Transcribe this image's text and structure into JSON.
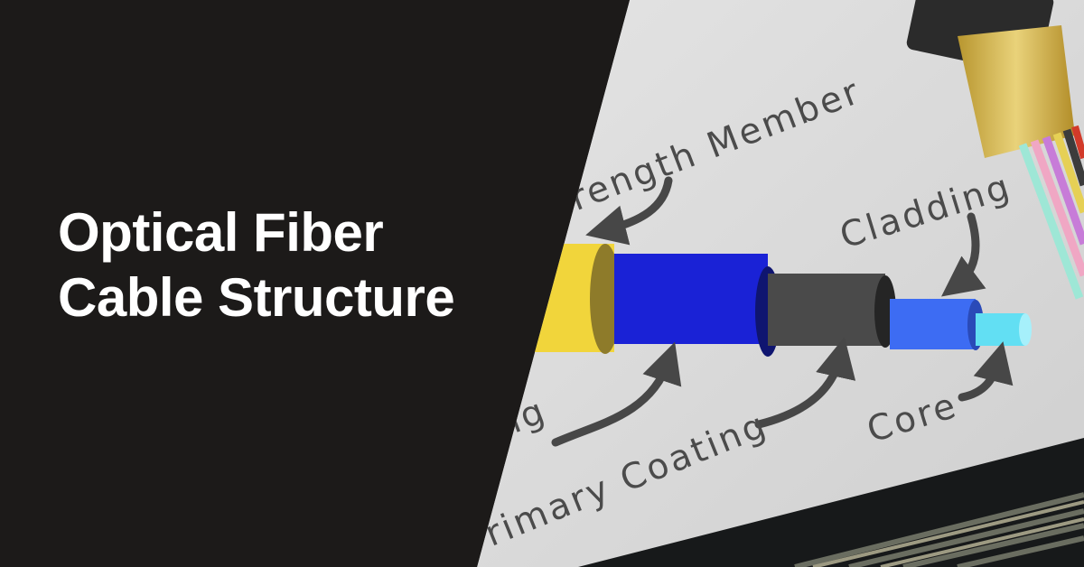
{
  "headline": {
    "line1": "Optical Fiber",
    "line2": "Cable Structure"
  },
  "labels": {
    "strength_member": "Strength Member",
    "cladding": "Cladding",
    "core": "Core",
    "primary_coating": "Primary Coating",
    "buffer_partial": "ng"
  },
  "colors": {
    "background": "#1c1a19",
    "paper": "#dcdcdc",
    "strength_member": "#f1d53b",
    "buffer": "#1a22d6",
    "coating": "#4a4a4a",
    "cladding": "#3d6cf3",
    "core": "#62dff3"
  }
}
